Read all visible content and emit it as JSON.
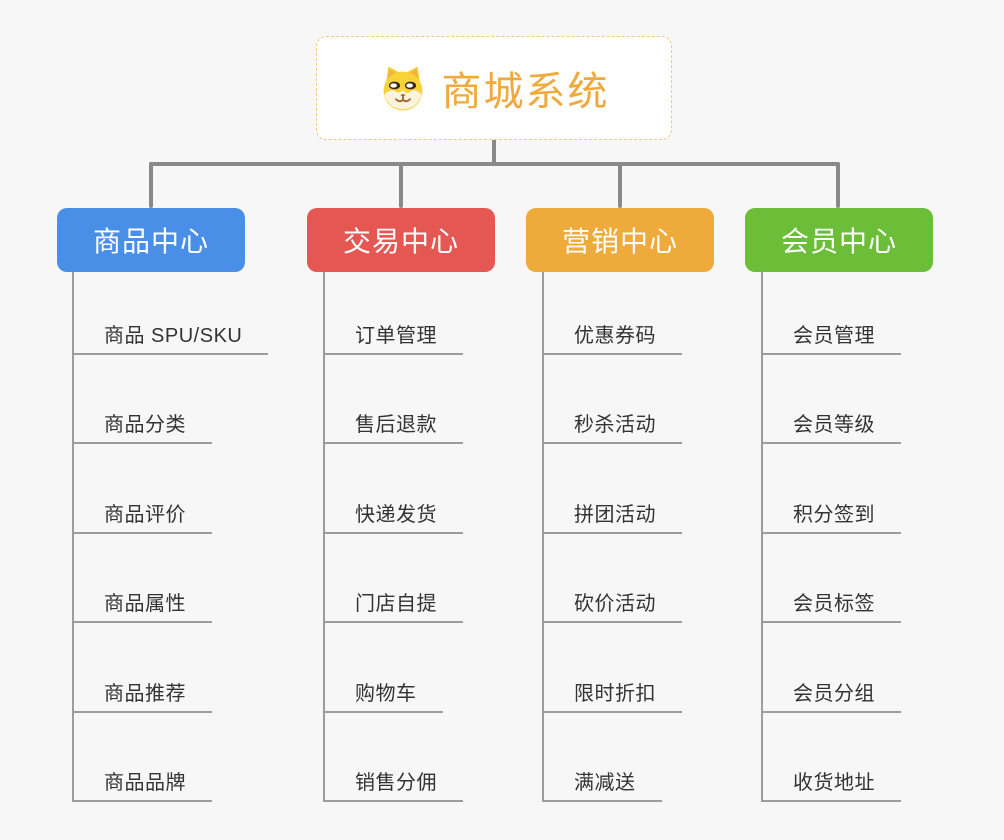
{
  "root": {
    "label": "商城系统",
    "icon": "dog-icon",
    "text_color": "#F0A93C",
    "border_color": "#F3C77E"
  },
  "colors": {
    "background": "#F7F7F7",
    "connector": "#8A8A8A",
    "leaf_line": "#9C9C9C",
    "leaf_text": "#333333"
  },
  "branches": [
    {
      "label": "商品中心",
      "color": "#4A8FE7",
      "items": [
        "商品 SPU/SKU",
        "商品分类",
        "商品评价",
        "商品属性",
        "商品推荐",
        "商品品牌"
      ]
    },
    {
      "label": "交易中心",
      "color": "#E45752",
      "items": [
        "订单管理",
        "售后退款",
        "快递发货",
        "门店自提",
        "购物车",
        "销售分佣"
      ]
    },
    {
      "label": "营销中心",
      "color": "#EEAA3B",
      "items": [
        "优惠券码",
        "秒杀活动",
        "拼团活动",
        "砍价活动",
        "限时折扣",
        "满减送"
      ]
    },
    {
      "label": "会员中心",
      "color": "#6CBE38",
      "items": [
        "会员管理",
        "会员等级",
        "积分签到",
        "会员标签",
        "会员分组",
        "收货地址"
      ]
    }
  ]
}
